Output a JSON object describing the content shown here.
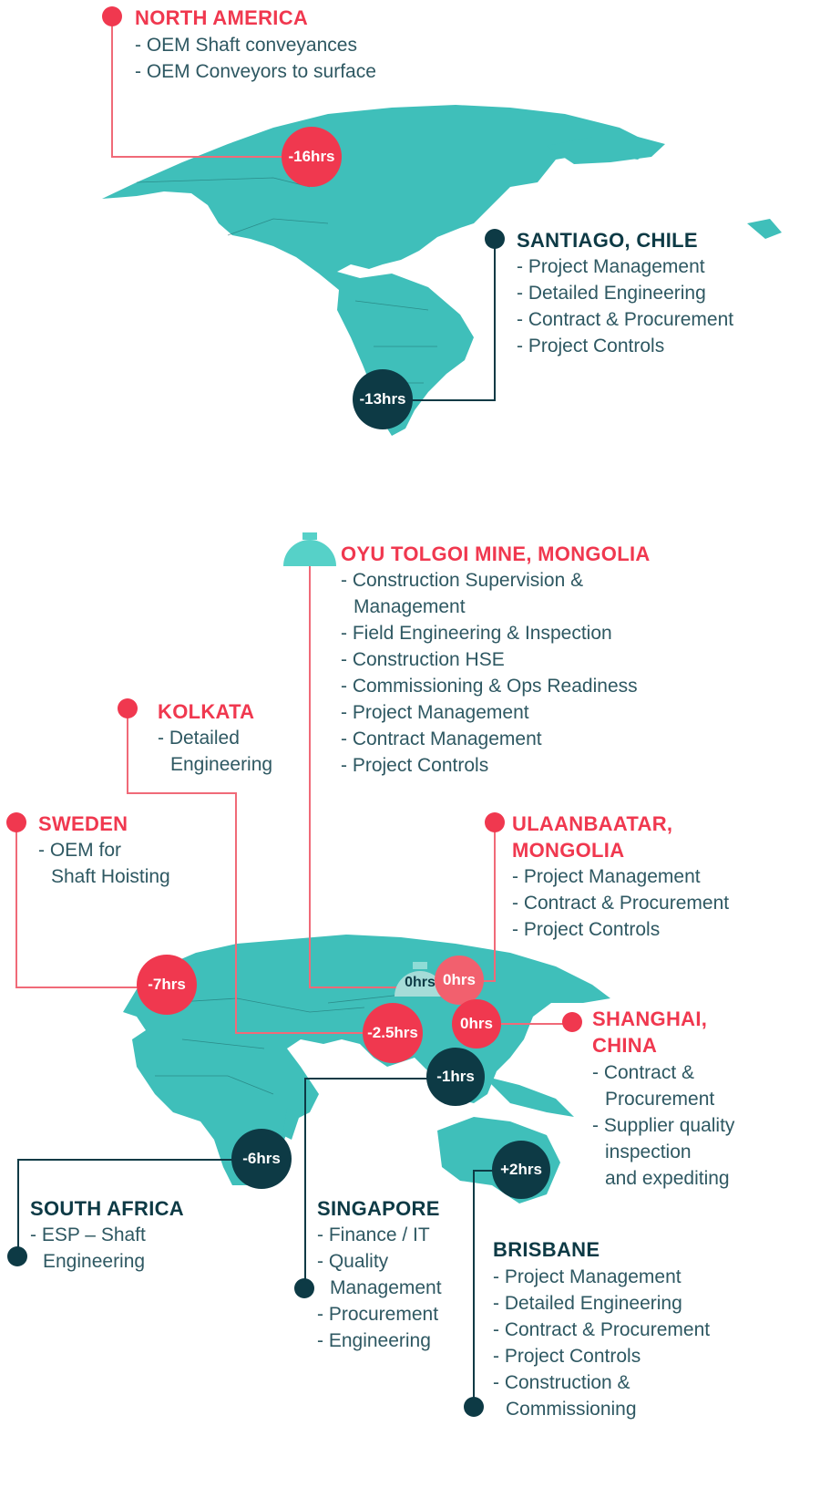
{
  "colors": {
    "accent_red": "#f0384f",
    "dark_teal": "#0d3a45",
    "map_teal": "#3fbfba",
    "text": "#2e5862",
    "mine_icon": "#56d1c8"
  },
  "locations": {
    "north_america": {
      "title": "NORTH AMERICA",
      "items": [
        "- OEM Shaft conveyances",
        "- OEM Conveyors to surface"
      ],
      "offset": "-16hrs"
    },
    "santiago": {
      "title": "SANTIAGO, CHILE",
      "items": [
        "- Project Management",
        "- Detailed Engineering",
        "- Contract & Procurement",
        "- Project Controls"
      ],
      "offset": "-13hrs"
    },
    "oyu_tolgoi": {
      "title": "OYU TOLGOI MINE, MONGOLIA",
      "items": [
        "- Construction Supervision &",
        "Management",
        "- Field Engineering & Inspection",
        "- Construction HSE",
        "- Commissioning & Ops Readiness",
        "- Project Management",
        "- Contract Management",
        "- Project Controls"
      ],
      "offset": "0hrs",
      "icon": "mine-dome-icon"
    },
    "kolkata": {
      "title": "KOLKATA",
      "items": [
        "- Detailed",
        "Engineering"
      ],
      "offset": "-2.5hrs"
    },
    "sweden": {
      "title": "SWEDEN",
      "items": [
        "- OEM for",
        "Shaft Hoisting"
      ],
      "offset": "-7hrs"
    },
    "ulaanbaatar": {
      "title_line1": "ULAANBAATAR,",
      "title_line2": "MONGOLIA",
      "items": [
        "- Project Management",
        "- Contract & Procurement",
        "- Project Controls"
      ],
      "offset": "0hrs"
    },
    "shanghai": {
      "title_line1": "SHANGHAI,",
      "title_line2": "CHINA",
      "items": [
        "- Contract &",
        "Procurement",
        "- Supplier quality",
        "inspection",
        "and expediting"
      ],
      "offset": "0hrs"
    },
    "singapore": {
      "title": "SINGAPORE",
      "items": [
        "- Finance / IT",
        "- Quality",
        "Management",
        "- Procurement",
        "- Engineering"
      ],
      "offset": "-1hrs"
    },
    "south_africa": {
      "title": "SOUTH AFRICA",
      "items": [
        "- ESP – Shaft",
        "Engineering"
      ],
      "offset": "-6hrs"
    },
    "brisbane": {
      "title": "BRISBANE",
      "items": [
        "- Project Management",
        "- Detailed Engineering",
        "- Contract & Procurement",
        "- Project Controls",
        "- Construction &",
        "Commissioning"
      ],
      "offset": "+2hrs"
    }
  }
}
